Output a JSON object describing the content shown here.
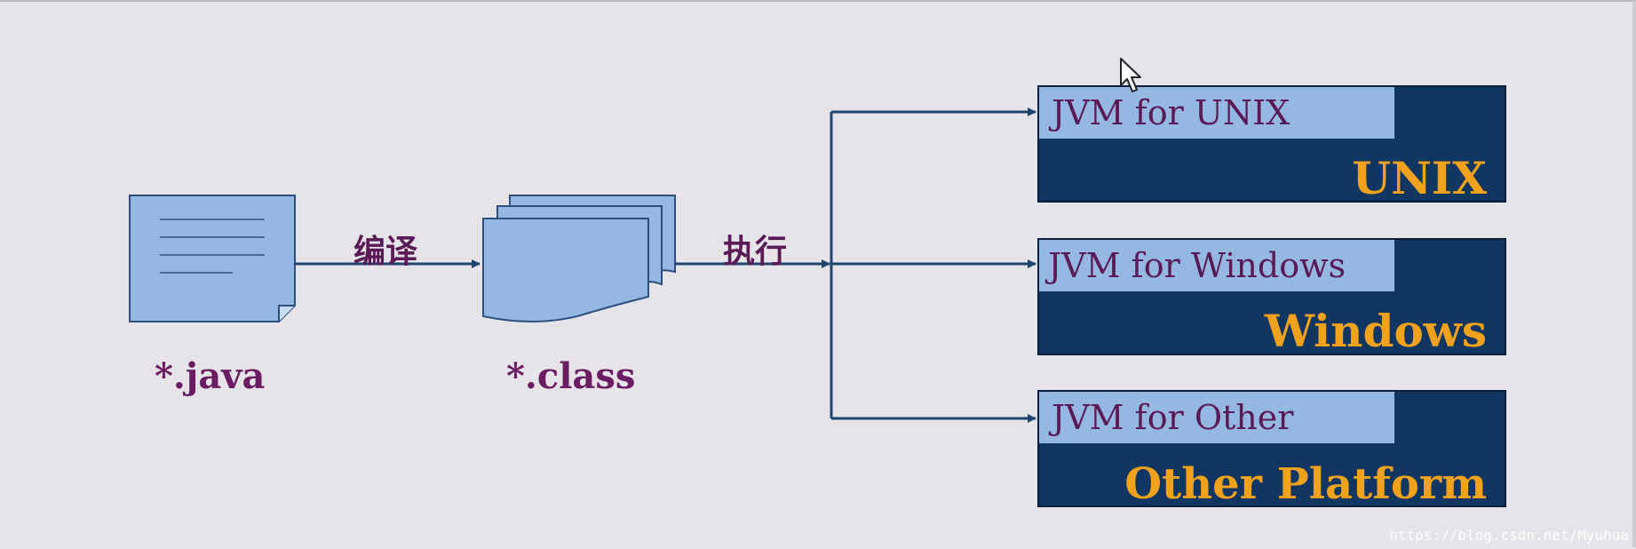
{
  "source_file": {
    "label": "*.java"
  },
  "compiled_file": {
    "label": "*.class"
  },
  "edges": {
    "compile_label": "编译",
    "execute_label": "执行"
  },
  "platforms": [
    {
      "jvm_label": "JVM for UNIX",
      "platform_label": "UNIX"
    },
    {
      "jvm_label": "JVM for Windows",
      "platform_label": "Windows"
    },
    {
      "jvm_label": "JVM for Other",
      "platform_label": "Other Platform"
    }
  ],
  "watermark": "https://blog.csdn.net/Myuhua",
  "colors": {
    "background": "#e6e4e8",
    "file_fill": "#94b8e2",
    "platform_fill": "#123662",
    "platform_text": "#f0a21c",
    "label_text": "#6a1d62",
    "arrow": "#1e4470"
  }
}
